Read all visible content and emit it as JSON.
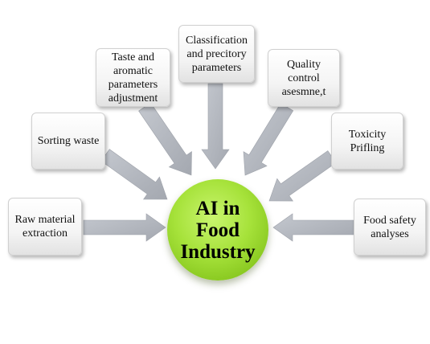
{
  "diagram": {
    "center_label": "AI in\nFood\nIndustry",
    "nodes": [
      {
        "id": "raw-material",
        "label": "Raw material\nextraction"
      },
      {
        "id": "sorting-waste",
        "label": "Sorting waste"
      },
      {
        "id": "taste-aromatic",
        "label": "Taste and\naromatic\nparameters\nadjustment"
      },
      {
        "id": "classification",
        "label": "Classification\nand precitory\nparameters"
      },
      {
        "id": "quality-control",
        "label": "Quality\ncontrol\nasesmne,t"
      },
      {
        "id": "toxicity",
        "label": "Toxicity\nPrifling"
      },
      {
        "id": "food-safety",
        "label": "Food safety\nanalyses"
      }
    ]
  },
  "colors": {
    "center_fill": "#a6e23a",
    "arrow_fill": "#b8bcc4",
    "box_border": "#d0d0d0"
  }
}
